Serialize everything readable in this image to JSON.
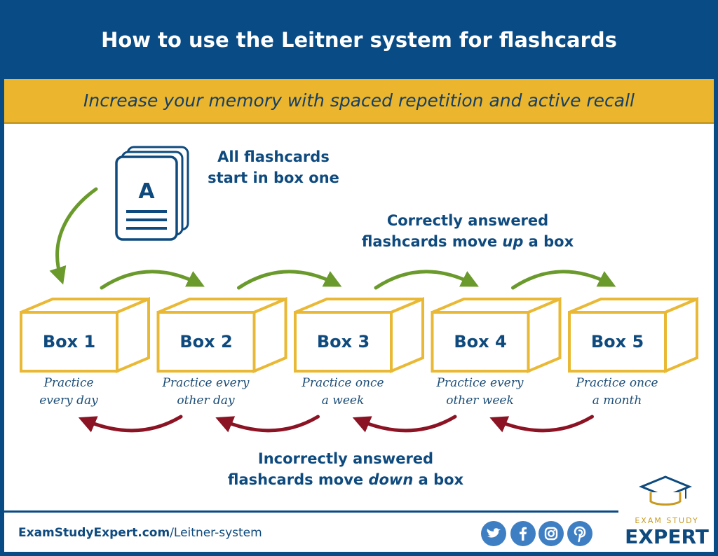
{
  "header": {
    "title": "How to use the Leitner system for flashcards"
  },
  "subheader": {
    "tagline": "Increase your memory with spaced repetition and active recall"
  },
  "intro": {
    "card_letter": "A",
    "line1": "All flashcards",
    "line2": "start in box one"
  },
  "up_note": {
    "line1": "Correctly answered",
    "line2_pre": "flashcards move ",
    "line2_em": "up",
    "line2_post": " a box"
  },
  "down_note": {
    "line1": "Incorrectly answered",
    "line2_pre": "flashcards move ",
    "line2_em": "down",
    "line2_post": " a box"
  },
  "boxes": [
    {
      "label": "Box 1",
      "line1": "Practice",
      "line2": "every day"
    },
    {
      "label": "Box 2",
      "line1": "Practice every",
      "line2": "other day"
    },
    {
      "label": "Box 3",
      "line1": "Practice once",
      "line2": "a week"
    },
    {
      "label": "Box 4",
      "line1": "Practice every",
      "line2": "other week"
    },
    {
      "label": "Box 5",
      "line1": "Practice once",
      "line2": "a month"
    }
  ],
  "footer": {
    "url_bold": "ExamStudyExpert.com",
    "url_rest": "/Leitner-system",
    "social": [
      {
        "icon": "twitter-icon"
      },
      {
        "icon": "facebook-icon"
      },
      {
        "icon": "instagram-icon"
      },
      {
        "icon": "pinterest-icon"
      }
    ],
    "brand_top": "EXAM STUDY",
    "brand_bottom": "EXPERT"
  },
  "colors": {
    "navy": "#084b85",
    "gold": "#ebb62d",
    "box_gold": "#e9b834",
    "green_arrow": "#6a9a2b",
    "red_arrow": "#8b1323",
    "social_blue": "#3e7fc4"
  }
}
